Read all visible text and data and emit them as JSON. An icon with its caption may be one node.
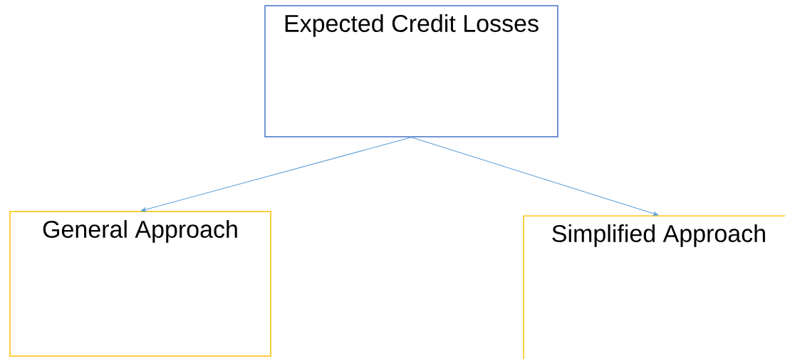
{
  "diagram": {
    "nodes": [
      {
        "text": [
          "Expected Credit Losses"
        ]
      },
      {
        "text": [
          "General Approach"
        ]
      },
      {
        "text": [
          "Simplified Approach"
        ]
      }
    ],
    "edges": [
      {
        "from": 0,
        "to": 1,
        "arrow": "to"
      },
      {
        "from": 0,
        "to": 2,
        "arrow": "to"
      }
    ]
  }
}
